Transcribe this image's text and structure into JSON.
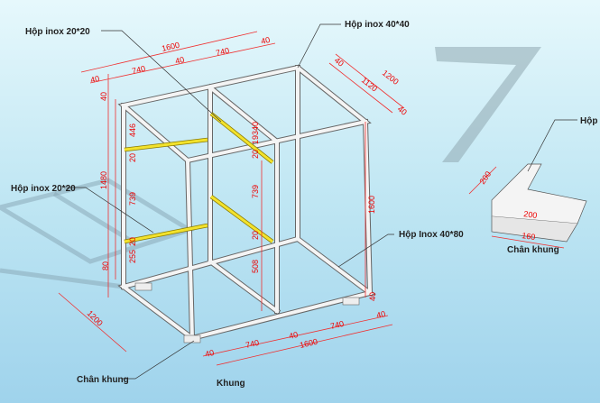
{
  "labels": {
    "hop_inox_20_top": "Hộp inox 20*20",
    "hop_inox_20_left": "Hộp inox 20*20",
    "hop_inox_40_40": "Hộp inox 40*40",
    "hop_inox_40_80": "Hộp Inox 40*80",
    "hop_inox_detail": "Hộp In",
    "chan_khung_left": "Chân khung",
    "chan_khung_detail": "Chân khung",
    "khung": "Khung"
  },
  "dimensions": {
    "top_total": "1600",
    "top_40_right": "40",
    "top_740_right": "740",
    "top_40_mid": "40",
    "top_740_left": "740",
    "top_40_left": "40",
    "depth_40_top": "40",
    "depth_1200": "1200",
    "depth_1120": "1120",
    "depth_40_bottom": "40",
    "left_40": "40",
    "left_1480": "1480",
    "left_80": "80",
    "left_446": "446",
    "left_20_a": "20",
    "left_739": "739",
    "left_20_b": "20",
    "left_255": "255",
    "mid_40": "40",
    "mid_193": "193",
    "mid_20_a": "20",
    "mid_739": "739",
    "mid_20_b": "20",
    "mid_508": "508",
    "right_1600": "1600",
    "right_40": "40",
    "depth_1200_bottom": "1200",
    "bottom_40_left": "40",
    "bottom_740_left": "740",
    "bottom_40_mid": "40",
    "bottom_740_right": "740",
    "bottom_40_right": "40",
    "bottom_total": "1600",
    "foot_200_side": "200",
    "foot_200": "200",
    "foot_160": "160"
  }
}
